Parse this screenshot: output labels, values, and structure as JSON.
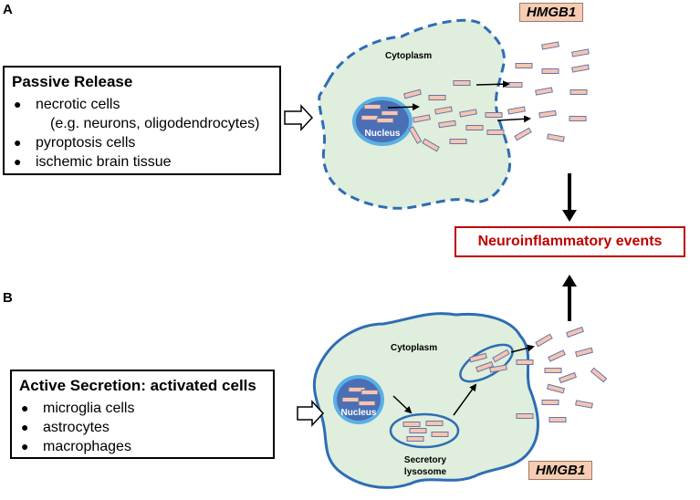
{
  "panel_a": {
    "label": "A",
    "box_title": "Passive Release",
    "items": [
      "necrotic cells",
      "pyroptosis cells",
      "ischemic brain tissue"
    ],
    "sub_item": "(e.g. neurons, oligodendrocytes)",
    "cytoplasm_label": "Cytoplasm",
    "nucleus_label": "Nucleus",
    "hmgb1_label": "HMGB1"
  },
  "panel_b": {
    "label": "B",
    "box_title": "Active Secretion: activated cells",
    "items": [
      "microglia cells",
      "astrocytes",
      "macrophages"
    ],
    "cytoplasm_label": "Cytoplasm",
    "nucleus_label": "Nucleus",
    "lysosome_label_line1": "Secretory",
    "lysosome_label_line2": "lysosome",
    "hmgb1_label": "HMGB1"
  },
  "outcome_label": "Neuroinflammatory events",
  "colors": {
    "cell_fill": "#dfeedd",
    "cell_border": "#2e6db4",
    "nucleus_fill": "#4a6fb5",
    "nucleus_ring": "#5ab0e6",
    "hmgb1_fill": "#f4c6b0",
    "hmgb1_border": "#6a74a8",
    "outcome_red": "#c00000"
  }
}
